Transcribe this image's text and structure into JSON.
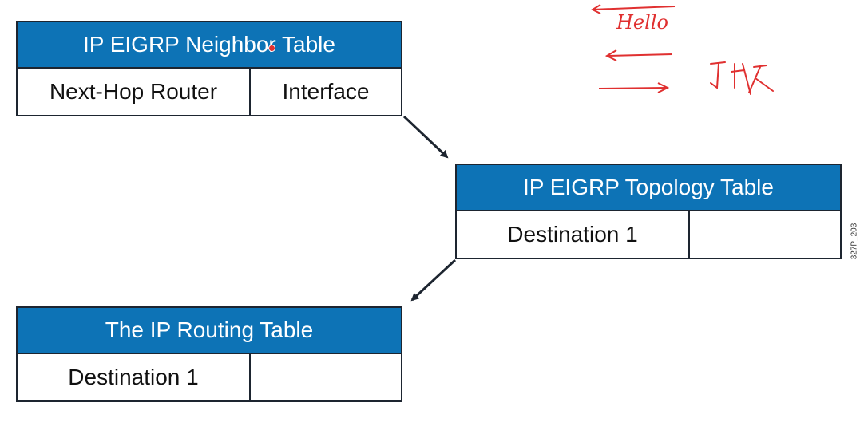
{
  "neighbor_table": {
    "title": "IP EIGRP Neighbor Table",
    "columns": [
      "Next-Hop Router",
      "Interface"
    ]
  },
  "topology_table": {
    "title": "IP EIGRP Topology Table",
    "cells": [
      "Destination 1",
      ""
    ]
  },
  "routing_table": {
    "title": "The IP Routing Table",
    "cells": [
      "Destination 1",
      ""
    ]
  },
  "figure_code": "327P_203",
  "annotations": {
    "hello_text": "Hello"
  },
  "colors": {
    "header_blue": "#0d73b6",
    "border": "#1d2530",
    "annotation_red": "#e03030"
  }
}
